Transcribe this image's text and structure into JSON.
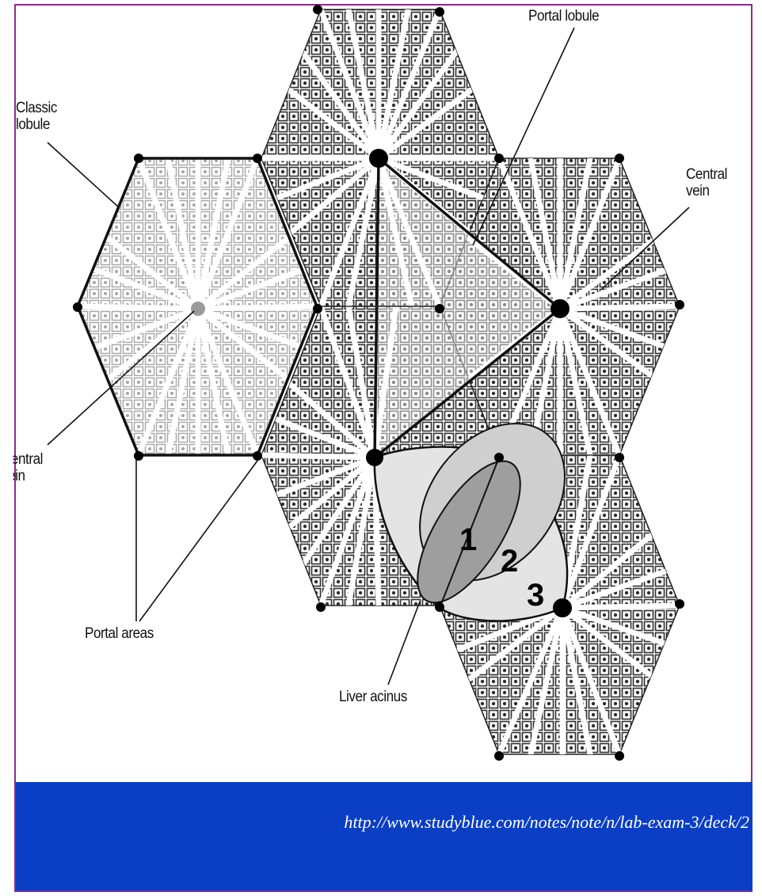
{
  "labels": {
    "classic_lobule": "Classic\nlobule",
    "portal_lobule": "Portal lobule",
    "central_vein_right": "Central\nvein",
    "central_vein_left": "Central\nvein",
    "portal_areas": "Portal areas",
    "liver_acinus": "Liver acinus"
  },
  "zones": [
    "1",
    "2",
    "3"
  ],
  "source_url": "http://www.studyblue.com/notes/note/n/lab-exam-3/deck/2",
  "colors": {
    "frame_border": "#8a2d8a",
    "banner": "#0a3ec4",
    "tissue_dark": "#3a3a3a",
    "tissue_light": "#a8a8a8"
  }
}
